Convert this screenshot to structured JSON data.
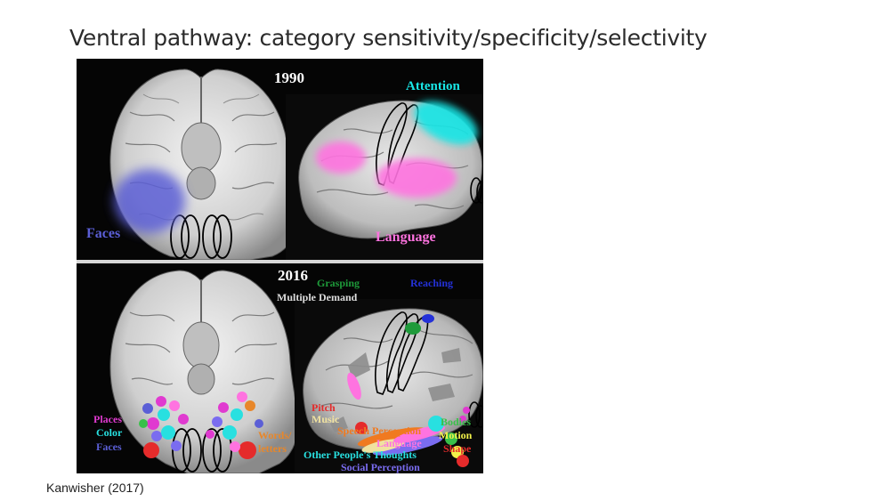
{
  "slide": {
    "title": "Ventral pathway: category sensitivity/specificity/selectivity",
    "citation": "Kanwisher (2017)"
  },
  "panel_1990": {
    "year": "1990",
    "labels": {
      "faces": "Faces",
      "attention": "Attention",
      "language": "Language"
    }
  },
  "panel_2016": {
    "year": "2016",
    "labels": {
      "grasping": "Grasping",
      "reaching": "Reaching",
      "multiple_demand": "Multiple Demand",
      "places": "Places",
      "color": "Color",
      "faces": "Faces",
      "words_letters_1": "Words/",
      "words_letters_2": "letters",
      "pitch": "Pitch",
      "music": "Music",
      "speech_perception": "Speech Perception",
      "language": "Language",
      "other_peoples_thoughts": "Other People's Thoughts",
      "social_perception": "Social Perception",
      "bodies": "Bodies",
      "motion": "Motion",
      "shape": "Shape"
    }
  },
  "colors": {
    "faces": "#5b5fd6",
    "attention": "#19e6e6",
    "language": "#ff73e0",
    "grasping": "#1e9a3a",
    "reaching": "#2431d8",
    "multiple_demand": "#dcdcdc",
    "places": "#e03ad0",
    "color": "#28e0e0",
    "words": "#e8872a",
    "pitch": "#e52b2b",
    "music": "#f0e2a0",
    "speech": "#f07a20",
    "social": "#7a6cf0",
    "bodies": "#39c04a",
    "motion": "#f2f24a",
    "shape": "#e52b2b"
  }
}
